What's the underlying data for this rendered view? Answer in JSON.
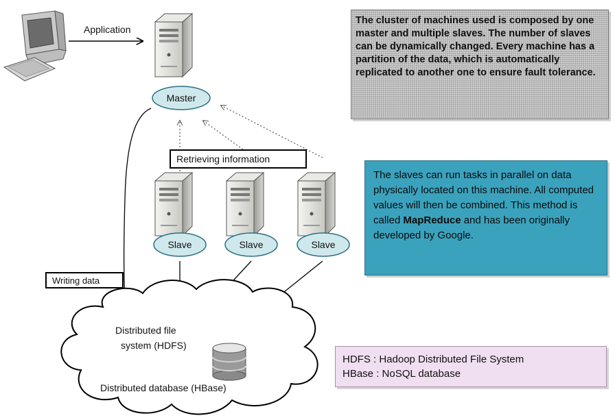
{
  "labels": {
    "application": "Application",
    "master": "Master",
    "slave": "Slave",
    "retrieving": "Retrieving information",
    "writing": "Writing data",
    "dfs_line1": "Distributed file",
    "dfs_line2": "system (HDFS)",
    "database": "Distributed database (HBase)"
  },
  "notes": {
    "cluster": "The cluster of machines used is composed by one master and multiple slaves. The number of slaves can be dynamically changed. Every machine has a partition of the data, which is automatically replicated to another one to ensure fault tolerance.",
    "mapreduce_before": "The slaves can run tasks in parallel on data physically located on this machine. All computed values will then be combined. This method is called ",
    "mapreduce_bold": "MapReduce",
    "mapreduce_after": " and has been originally developed by Google.",
    "glossary_hdfs": "HDFS : Hadoop Distributed File System",
    "glossary_hbase": "HBase : NoSQL database"
  },
  "colors": {
    "node_fill": "#cfe8ec",
    "teal_note": "#3aa2bd",
    "pink_note": "#f0dff0",
    "gray_note": "#a9a9a9"
  },
  "icons": [
    "computer-icon",
    "server-icon",
    "database-icon"
  ]
}
